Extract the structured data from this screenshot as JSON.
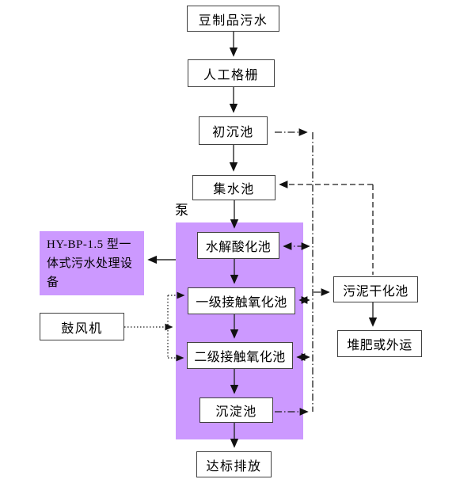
{
  "diagram": {
    "type": "wastewater-treatment-process-flowchart",
    "colors": {
      "region_fill": "#cc99ff",
      "box_fill": "#ffffff",
      "box_border": "#404040",
      "line": "#1c1c1c"
    },
    "nodes": {
      "source": "豆制品污水",
      "manual_screen": "人工格栅",
      "primary_settling": "初沉池",
      "collecting_tank": "集水池",
      "pump": "泵",
      "hydrolysis": "水解酸化池",
      "oxidation1": "一级接触氧化池",
      "oxidation2": "二级接触氧化池",
      "settling": "沉淀池",
      "discharge": "达标排放",
      "equipment": "HY-BP-1.5 型一体式污水处理设备",
      "blower": "鼓风机",
      "sludge_drying": "污泥干化池",
      "compost": "堆肥或外运"
    }
  }
}
